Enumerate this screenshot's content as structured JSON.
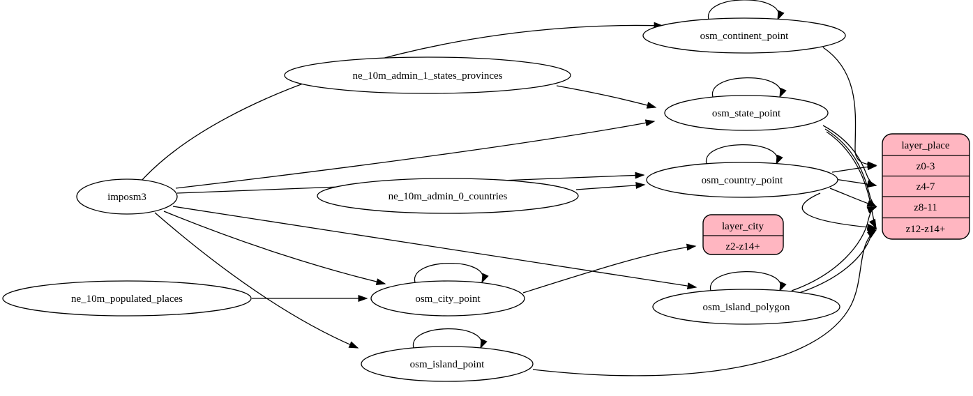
{
  "diagram": {
    "kind": "etl-graph",
    "background_color": "#ffffff",
    "node_fill": "#ffffff",
    "layer_fill": "#ffb6c1",
    "edge_color": "#000000"
  },
  "nodes": {
    "imposm3": {
      "label": "imposm3",
      "shape": "ellipse"
    },
    "ne_10m_admin_1_states_provinces": {
      "label": "ne_10m_admin_1_states_provinces",
      "shape": "ellipse"
    },
    "ne_10m_admin_0_countries": {
      "label": "ne_10m_admin_0_countries",
      "shape": "ellipse"
    },
    "ne_10m_populated_places": {
      "label": "ne_10m_populated_places",
      "shape": "ellipse"
    },
    "osm_continent_point": {
      "label": "osm_continent_point",
      "shape": "ellipse",
      "self_loop": true
    },
    "osm_state_point": {
      "label": "osm_state_point",
      "shape": "ellipse",
      "self_loop": true
    },
    "osm_country_point": {
      "label": "osm_country_point",
      "shape": "ellipse",
      "self_loop": true
    },
    "osm_city_point": {
      "label": "osm_city_point",
      "shape": "ellipse",
      "self_loop": true
    },
    "osm_island_polygon": {
      "label": "osm_island_polygon",
      "shape": "ellipse",
      "self_loop": true
    },
    "osm_island_point": {
      "label": "osm_island_point",
      "shape": "ellipse",
      "self_loop": true
    }
  },
  "layers": {
    "layer_city": {
      "title": "layer_city",
      "rows": [
        "z2-z14+"
      ],
      "fill": "#ffb6c1"
    },
    "layer_place": {
      "title": "layer_place",
      "rows": [
        "z0-3",
        "z4-7",
        "z8-11",
        "z12-z14+"
      ],
      "fill": "#ffb6c1"
    }
  },
  "edges": [
    {
      "from": "imposm3",
      "to": "osm_continent_point"
    },
    {
      "from": "imposm3",
      "to": "osm_state_point"
    },
    {
      "from": "imposm3",
      "to": "osm_country_point"
    },
    {
      "from": "imposm3",
      "to": "osm_city_point"
    },
    {
      "from": "imposm3",
      "to": "osm_island_polygon"
    },
    {
      "from": "imposm3",
      "to": "osm_island_point"
    },
    {
      "from": "ne_10m_admin_1_states_provinces",
      "to": "osm_state_point"
    },
    {
      "from": "ne_10m_admin_0_countries",
      "to": "osm_country_point"
    },
    {
      "from": "ne_10m_populated_places",
      "to": "osm_city_point"
    },
    {
      "from": "osm_continent_point",
      "to": "osm_continent_point",
      "type": "self-loop"
    },
    {
      "from": "osm_state_point",
      "to": "osm_state_point",
      "type": "self-loop"
    },
    {
      "from": "osm_country_point",
      "to": "osm_country_point",
      "type": "self-loop"
    },
    {
      "from": "osm_city_point",
      "to": "osm_city_point",
      "type": "self-loop"
    },
    {
      "from": "osm_island_polygon",
      "to": "osm_island_polygon",
      "type": "self-loop"
    },
    {
      "from": "osm_island_point",
      "to": "osm_island_point",
      "type": "self-loop"
    },
    {
      "from": "osm_continent_point",
      "to": "layer_place",
      "port": "z0-3"
    },
    {
      "from": "osm_state_point",
      "to": "layer_place",
      "port": "z4-7"
    },
    {
      "from": "osm_state_point",
      "to": "layer_place",
      "port": "z8-11"
    },
    {
      "from": "osm_state_point",
      "to": "layer_place",
      "port": "z12-z14+"
    },
    {
      "from": "osm_country_point",
      "to": "layer_place",
      "port": "z0-3"
    },
    {
      "from": "osm_country_point",
      "to": "layer_place",
      "port": "z4-7"
    },
    {
      "from": "osm_country_point",
      "to": "layer_place",
      "port": "z8-11"
    },
    {
      "from": "osm_country_point",
      "to": "layer_place",
      "port": "z12-z14+"
    },
    {
      "from": "osm_city_point",
      "to": "layer_city",
      "port": "z2-z14+"
    },
    {
      "from": "osm_island_polygon",
      "to": "layer_place",
      "port": "z8-11"
    },
    {
      "from": "osm_island_polygon",
      "to": "layer_place",
      "port": "z12-z14+"
    },
    {
      "from": "osm_island_point",
      "to": "layer_place",
      "port": "z12-z14+"
    }
  ]
}
